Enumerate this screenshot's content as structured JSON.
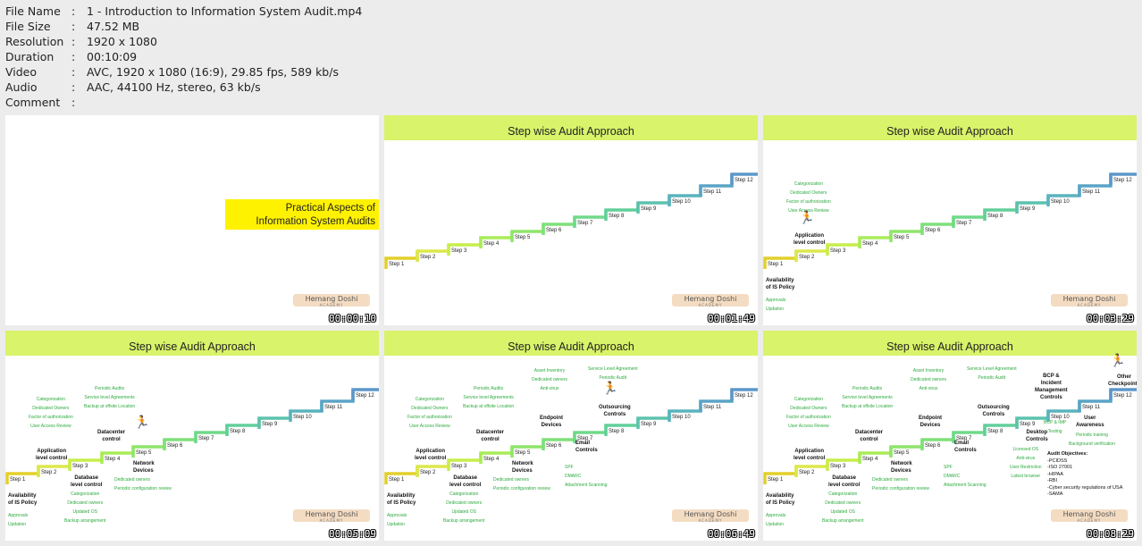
{
  "meta": [
    {
      "key": "File Name",
      "value": "1 - Introduction to Information System Audit.mp4"
    },
    {
      "key": "File Size",
      "value": "47.52 MB"
    },
    {
      "key": "Resolution",
      "value": "1920 x 1080"
    },
    {
      "key": "Duration",
      "value": "00:10:09"
    },
    {
      "key": "Video",
      "value": "AVC, 1920 x 1080 (16:9), 29.85 fps, 589 kb/s"
    },
    {
      "key": "Audio",
      "value": "AAC, 44100 Hz, stereo, 63 kb/s"
    },
    {
      "key": "Comment",
      "value": ""
    }
  ],
  "separator": ":",
  "common": {
    "slide_title": "Step wise Audit Approach",
    "logo_name": "Hemang Doshi",
    "logo_sub": "ACADEMY",
    "steps": [
      "Step 1",
      "Step 2",
      "Step 3",
      "Step 4",
      "Step 5",
      "Step 6",
      "Step 7",
      "Step 8",
      "Step 9",
      "Step 10",
      "Step 11",
      "Step 12"
    ],
    "step_colors": [
      "#e3cf2a",
      "#dbe84a",
      "#c7ee4a",
      "#a8ec58",
      "#8fe56a",
      "#7fe07a",
      "#70d98a",
      "#62cf9a",
      "#5cc2ad",
      "#5ab3be",
      "#5aa4c6",
      "#5d97c8"
    ]
  },
  "thumbs": {
    "t1": {
      "timestamp": "00:00:10",
      "title_line1": "Practical Aspects of",
      "title_line2": "Information System Audits"
    },
    "t2": {
      "timestamp": "00:01:49"
    },
    "t3": {
      "timestamp": "00:03:29"
    },
    "t4": {
      "timestamp": "00:05:09"
    },
    "t5": {
      "timestamp": "00:06:49"
    },
    "t6": {
      "timestamp": "00:08:29"
    }
  },
  "nodes": {
    "policy": {
      "l1": "Availability",
      "l2": "of IS Policy",
      "items": [
        "Approvals",
        "Updation"
      ]
    },
    "app": {
      "l1": "Application",
      "l2": "level control",
      "items": [
        "Categorization",
        "Dedicated Owners",
        "Factor of authorization",
        "User Access Review"
      ]
    },
    "db": {
      "l1": "Database",
      "l2": "level control",
      "items": [
        "Categorization",
        "Dedicated owners",
        "Updated OS",
        "Backup arrangement"
      ]
    },
    "dc": {
      "l1": "Datacenter",
      "l2": "control",
      "items": [
        "Periodic Audits",
        "Service level Agreements",
        "Backup at offsite Location"
      ]
    },
    "net": {
      "l1": "Network",
      "l2": "Devices",
      "items": [
        "Dedicated owners",
        "Periodic configuration review"
      ]
    },
    "ep": {
      "l1": "Endpoint",
      "l2": "Devices",
      "items": [
        "Asset Inventory",
        "Dedicated owners",
        "Anti-virus"
      ]
    },
    "email": {
      "l1": "Email",
      "l2": "Controls",
      "items": [
        "SPF",
        "DMARC",
        "Attachment Scanning"
      ]
    },
    "out": {
      "l1": "Outsourcing",
      "l2": "Controls",
      "items": [
        "Service Level Agreement",
        "Periodic Audit"
      ]
    },
    "desk": {
      "l1": "Desktop",
      "l2": "Controls",
      "items": [
        "Licensed OS",
        "Anti-virus",
        "User Restriction",
        "Latest browser"
      ]
    },
    "bcp": {
      "l1": "BCP &",
      "l2": "Incident",
      "l3": "Management",
      "l4": "Controls",
      "items": [
        "BCP & IMP",
        "Testing"
      ]
    },
    "ua": {
      "l1": "User",
      "l2": "Awareness",
      "items": [
        "Periodic training",
        "Background verification"
      ]
    },
    "oc": {
      "l1": "Other",
      "l2": "Checkpoints"
    }
  },
  "audit": {
    "title": "Audit Objectives:",
    "items": [
      "-PCIDSS",
      "-ISO 27001",
      "-HIPAA",
      "-RBI",
      "-Cyber security regulations of USA",
      "-SAMA"
    ]
  }
}
